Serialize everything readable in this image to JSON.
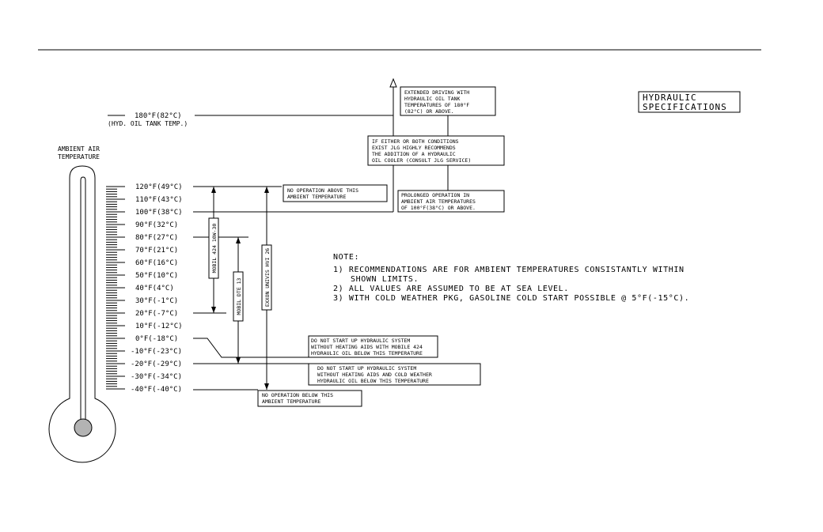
{
  "title_box": [
    "HYDRAULIC",
    "SPECIFICATIONS"
  ],
  "ambient_label": [
    "AMBIENT AIR",
    "TEMPERATURE"
  ],
  "tank_temp": {
    "value": "180°F(82°C)",
    "note": "(HYD. OIL TANK TEMP.)"
  },
  "temperatures": [
    "120°F(49°C)",
    "110°F(43°C)",
    "100°F(38°C)",
    "90°F(32°C)",
    "80°F(27°C)",
    "70°F(21°C)",
    "60°F(16°C)",
    "50°F(10°C)",
    "40°F(4°C)",
    "30°F(-1°C)",
    "20°F(-7°C)",
    "10°F(-12°C)",
    "0°F(-18°C)",
    "-10°F(-23°C)",
    "-20°F(-29°C)",
    "-30°F(-34°C)",
    "-40°F(-40°C)"
  ],
  "oils": {
    "mobil424": "MOBIL 424 10W-30",
    "mobil_dte": "MOBIL DTE 13",
    "exxon": "EXXON UNIVIS HVI 26"
  },
  "callouts": {
    "extended": [
      "EXTENDED DRIVING WITH",
      "HYDRAULIC OIL TANK",
      "TEMPERATURES OF 180°F",
      "(82°C) OR ABOVE."
    ],
    "cooler": [
      "IF EITHER OR BOTH CONDITIONS",
      "EXIST JLG HIGHLY RECOMMENDS",
      "THE ADDITION OF A HYDRAULIC",
      "OIL COOLER (CONSULT JLG SERVICE)"
    ],
    "prolonged": [
      "PROLONGED OPERATION IN",
      "AMBIENT AIR TEMPERATURES",
      "OF 100°F(38°C) OR ABOVE."
    ],
    "no_op_above": [
      "NO OPERATION ABOVE THIS",
      "AMBIENT TEMPERATURE"
    ],
    "no_start_424": [
      "DO NOT START UP HYDRAULIC SYSTEM",
      "WITHOUT HEATING AIDS WITH MOBILE 424",
      "HYDRAULIC OIL BELOW THIS TEMPERATURE"
    ],
    "no_start_cold": [
      "DO NOT START UP HYDRAULIC SYSTEM",
      "WITHOUT HEATING AIDS AND COLD WEATHER",
      "HYDRAULIC OIL BELOW THIS TEMPERATURE"
    ],
    "no_op_below": [
      "NO OPERATION BELOW THIS",
      "AMBIENT TEMPERATURE"
    ]
  },
  "notes": {
    "heading": "NOTE:",
    "items": [
      "1) RECOMMENDATIONS ARE FOR AMBIENT TEMPERATURES CONSISTANTLY WITHIN",
      "SHOWN LIMITS.",
      "2) ALL VALUES ARE ASSUMED TO BE AT SEA LEVEL.",
      "3) WITH COLD WEATHER PKG, GASOLINE COLD START POSSIBLE @ 5°F(-15°C)."
    ]
  }
}
